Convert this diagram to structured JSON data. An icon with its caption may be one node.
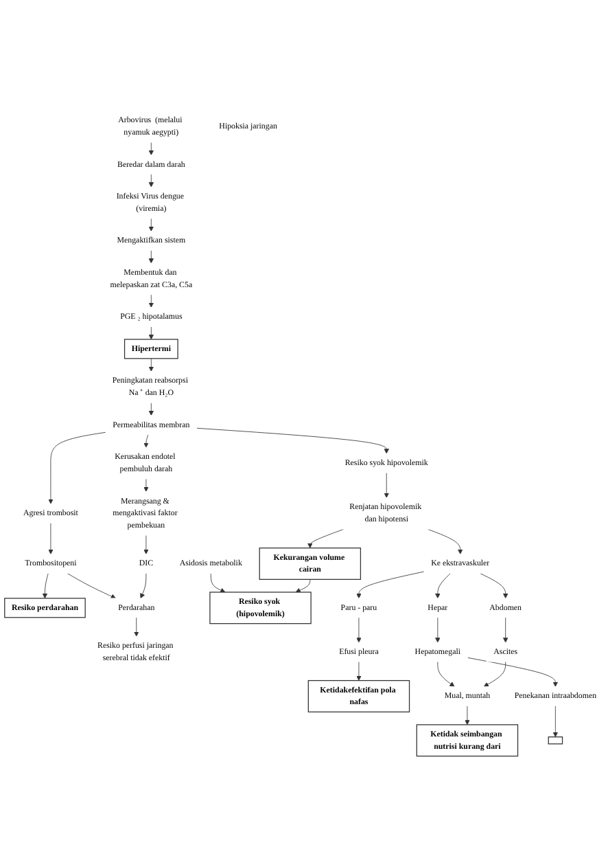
{
  "diagram": {
    "nodes": [
      {
        "text": [
          "Arbovirus  (melalui nyamuk aegypti)"
        ]
      },
      {
        "text": [
          "Beredar dalam darah"
        ]
      },
      {
        "text": [
          "Infeksi Virus dengue (viremia)"
        ]
      },
      {
        "text": [
          "Mengaktifkan sistem"
        ]
      },
      {
        "text": [
          "Membentuk dan melepaskan zat C3a, C5a"
        ]
      },
      {
        "text": [
          "PGE ₂ hipotalamus"
        ]
      },
      {
        "text": [
          "Hipertermi"
        ]
      },
      {
        "text": [
          "Peningkatan reabsorpsi Na ⁺ dan H₂O"
        ]
      },
      {
        "text": [
          "Permeabilitas membran"
        ]
      },
      {
        "text": [
          "Agresi trombosit"
        ]
      },
      {
        "text": [
          "Kerusakan endotel pembuluh darah"
        ]
      },
      {
        "text": [
          "Resiko syok hipovolemik"
        ]
      },
      {
        "text": [
          "Trombositopeni"
        ]
      },
      {
        "text": [
          "Merangsang & mengaktivasi faktor pembekuan"
        ]
      },
      {
        "text": [
          "Renjatan hipovolemik dan hipotensi"
        ]
      },
      {
        "text": [
          "DIC"
        ]
      },
      {
        "text": [
          "Resiko perdarahan"
        ]
      },
      {
        "text": [
          "Perdarahan"
        ]
      },
      {
        "text": [
          "Resiko perfusi jaringan serebral tidak efektif"
        ]
      },
      {
        "text": [
          "Asidosis metabolik"
        ]
      },
      {
        "text": [
          "Hipoksia jaringan"
        ]
      },
      {
        "text": [
          "Resiko syok (hipovolemik)"
        ]
      },
      {
        "text": [
          "Kekurangan volume cairan"
        ]
      },
      {
        "text": [
          "Ke ekstravaskuler"
        ]
      },
      {
        "text": [
          "Paru - paru"
        ]
      },
      {
        "text": [
          "Hepar"
        ]
      },
      {
        "text": [
          "Abdomen"
        ]
      },
      {
        "text": [
          "Efusi pleura"
        ]
      },
      {
        "text": [
          "Hepatomegali"
        ]
      },
      {
        "text": [
          "Ascites"
        ]
      },
      {
        "text": [
          "Ketidakefektifan pola nafas"
        ]
      },
      {
        "text": [
          "Mual, muntah"
        ]
      },
      {
        "text": [
          "Penekanan intraabdomen"
        ]
      },
      {
        "text": [
          "Ketidak seimbangan nutrisi kurang dari"
        ]
      },
      {
        "text": [],
        "shape": "box"
      }
    ],
    "edges": [
      {
        "from": 0,
        "to": 1,
        "arrow": "to"
      },
      {
        "from": 1,
        "to": 2,
        "arrow": "to"
      },
      {
        "from": 2,
        "to": 3,
        "arrow": "to"
      },
      {
        "from": 3,
        "to": 4,
        "arrow": "to"
      },
      {
        "from": 4,
        "to": 5,
        "arrow": "to"
      },
      {
        "from": 5,
        "to": 6,
        "arrow": "to"
      },
      {
        "from": 6,
        "to": 7,
        "arrow": "to"
      },
      {
        "from": 7,
        "to": 8,
        "arrow": "to"
      },
      {
        "from": 8,
        "to": 9,
        "arrow": "to"
      },
      {
        "from": 8,
        "to": 10,
        "arrow": "to"
      },
      {
        "from": 8,
        "to": 11,
        "arrow": "to"
      },
      {
        "from": 9,
        "to": 12,
        "arrow": "to"
      },
      {
        "from": 10,
        "to": 13,
        "arrow": "to"
      },
      {
        "from": 11,
        "to": 14,
        "arrow": "to"
      },
      {
        "from": 12,
        "to": 16,
        "arrow": "to"
      },
      {
        "from": 12,
        "to": 17,
        "arrow": "to"
      },
      {
        "from": 13,
        "to": 15,
        "arrow": "to"
      },
      {
        "from": 15,
        "to": 17,
        "arrow": "to"
      },
      {
        "from": 17,
        "to": 18,
        "arrow": "to"
      },
      {
        "from": 19,
        "to": 21,
        "arrow": "to"
      },
      {
        "from": 14,
        "to": 22,
        "arrow": "to"
      },
      {
        "from": 14,
        "to": 23,
        "arrow": "to"
      },
      {
        "from": 22,
        "to": 21,
        "arrow": "to"
      },
      {
        "from": 23,
        "to": 24,
        "arrow": "to"
      },
      {
        "from": 23,
        "to": 25,
        "arrow": "to"
      },
      {
        "from": 23,
        "to": 26,
        "arrow": "to"
      },
      {
        "from": 24,
        "to": 27,
        "arrow": "to"
      },
      {
        "from": 25,
        "to": 28,
        "arrow": "to"
      },
      {
        "from": 26,
        "to": 29,
        "arrow": "to"
      },
      {
        "from": 27,
        "to": 30,
        "arrow": "to"
      },
      {
        "from": 28,
        "to": 31,
        "arrow": "to"
      },
      {
        "from": 28,
        "to": 32,
        "arrow": "to"
      },
      {
        "from": 29,
        "to": 31,
        "arrow": "to"
      },
      {
        "from": 31,
        "to": 33,
        "arrow": "to"
      },
      {
        "from": 32,
        "to": 34,
        "arrow": "to"
      }
    ]
  }
}
